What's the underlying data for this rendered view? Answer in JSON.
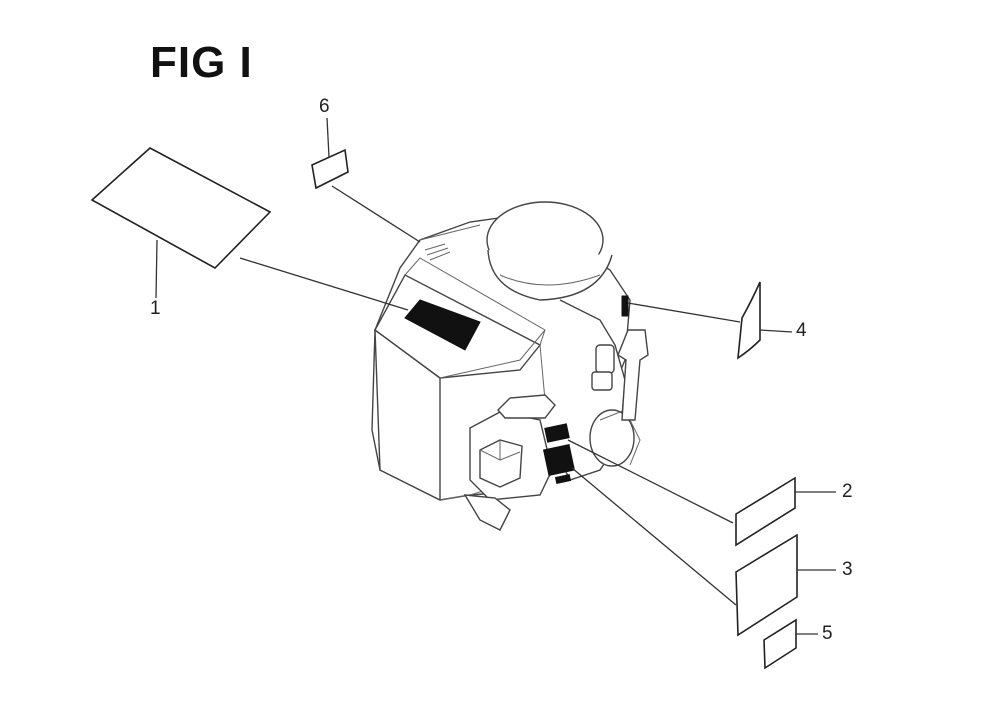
{
  "figure": {
    "title": "FIG I"
  },
  "callouts": [
    {
      "id": "1",
      "label": "1"
    },
    {
      "id": "2",
      "label": "2"
    },
    {
      "id": "3",
      "label": "3"
    },
    {
      "id": "4",
      "label": "4"
    },
    {
      "id": "5",
      "label": "5"
    },
    {
      "id": "6",
      "label": "6"
    }
  ]
}
